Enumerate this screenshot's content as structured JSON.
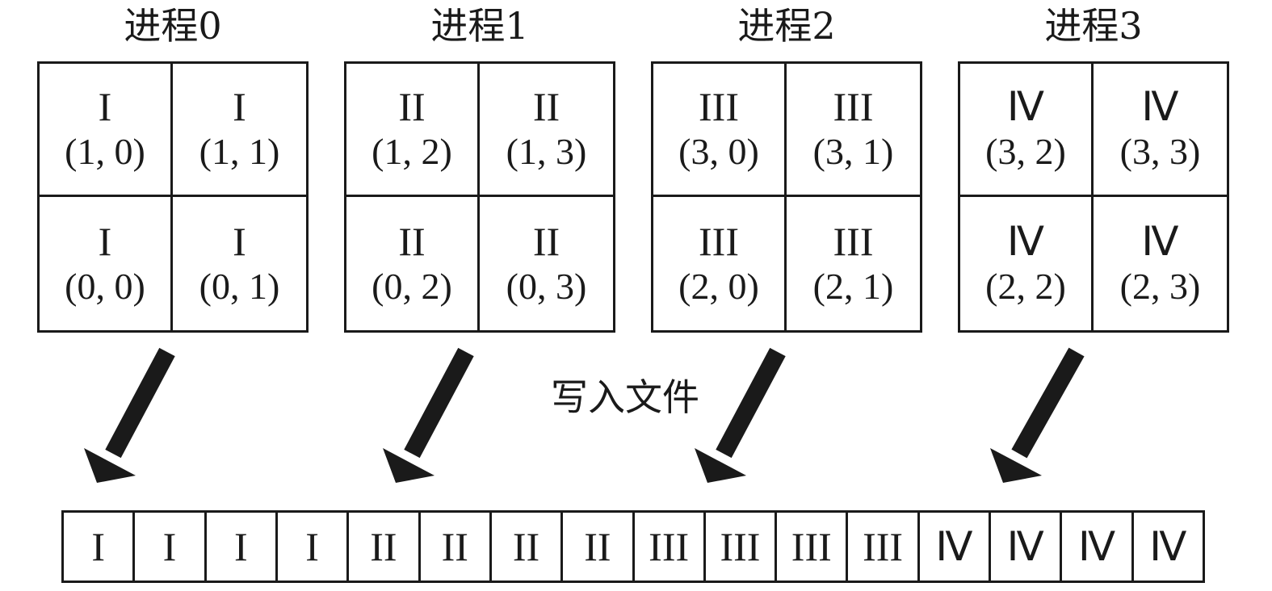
{
  "processes": [
    {
      "title": "进程0",
      "cells": [
        {
          "roman": "I",
          "coord": "(1, 0)"
        },
        {
          "roman": "I",
          "coord": "(1, 1)"
        },
        {
          "roman": "I",
          "coord": "(0, 0)"
        },
        {
          "roman": "I",
          "coord": "(0, 1)"
        }
      ]
    },
    {
      "title": "进程1",
      "cells": [
        {
          "roman": "II",
          "coord": "(1, 2)"
        },
        {
          "roman": "II",
          "coord": "(1, 3)"
        },
        {
          "roman": "II",
          "coord": "(0, 2)"
        },
        {
          "roman": "II",
          "coord": "(0, 3)"
        }
      ]
    },
    {
      "title": "进程2",
      "cells": [
        {
          "roman": "III",
          "coord": "(3, 0)"
        },
        {
          "roman": "III",
          "coord": "(3, 1)"
        },
        {
          "roman": "III",
          "coord": "(2, 0)"
        },
        {
          "roman": "III",
          "coord": "(2, 1)"
        }
      ]
    },
    {
      "title": "进程3",
      "cells": [
        {
          "roman": "Ⅳ",
          "coord": "(3, 2)"
        },
        {
          "roman": "Ⅳ",
          "coord": "(3, 3)"
        },
        {
          "roman": "Ⅳ",
          "coord": "(2, 2)"
        },
        {
          "roman": "Ⅳ",
          "coord": "(2, 3)"
        }
      ]
    }
  ],
  "write_label": "写入文件",
  "file_cells": [
    "I",
    "I",
    "I",
    "I",
    "II",
    "II",
    "II",
    "II",
    "III",
    "III",
    "III",
    "III",
    "Ⅳ",
    "Ⅳ",
    "Ⅳ",
    "Ⅳ"
  ],
  "colors": {
    "stroke": "#1a1a1a",
    "background": "#ffffff"
  },
  "icons": [
    "arrow-down-left-icon"
  ]
}
